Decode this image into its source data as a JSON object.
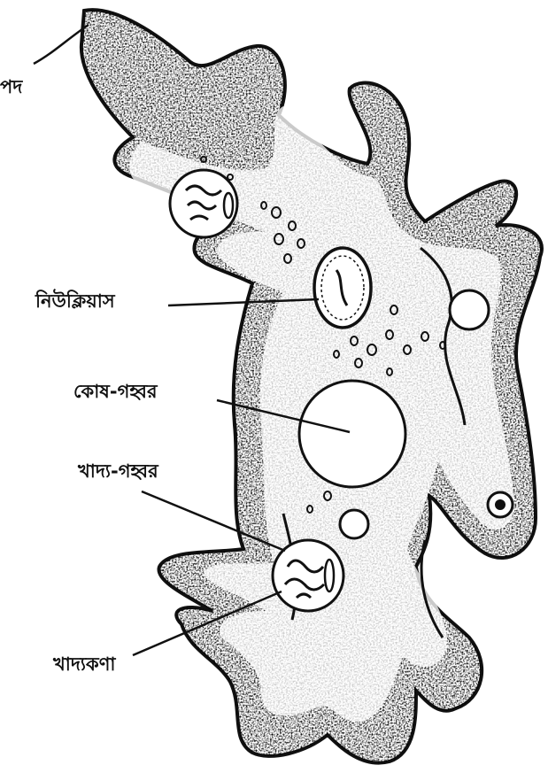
{
  "labels": {
    "pseudopod": "পদ",
    "nucleus": "নিউক্লিয়াস",
    "contractile_vacuole": "কোষ-গহ্বর",
    "food_vacuole": "খাদ্য-গহ্বর",
    "food_particle": "খাদ্যকণা"
  },
  "colors": {
    "ink": "#111111",
    "paper": "#ffffff"
  }
}
